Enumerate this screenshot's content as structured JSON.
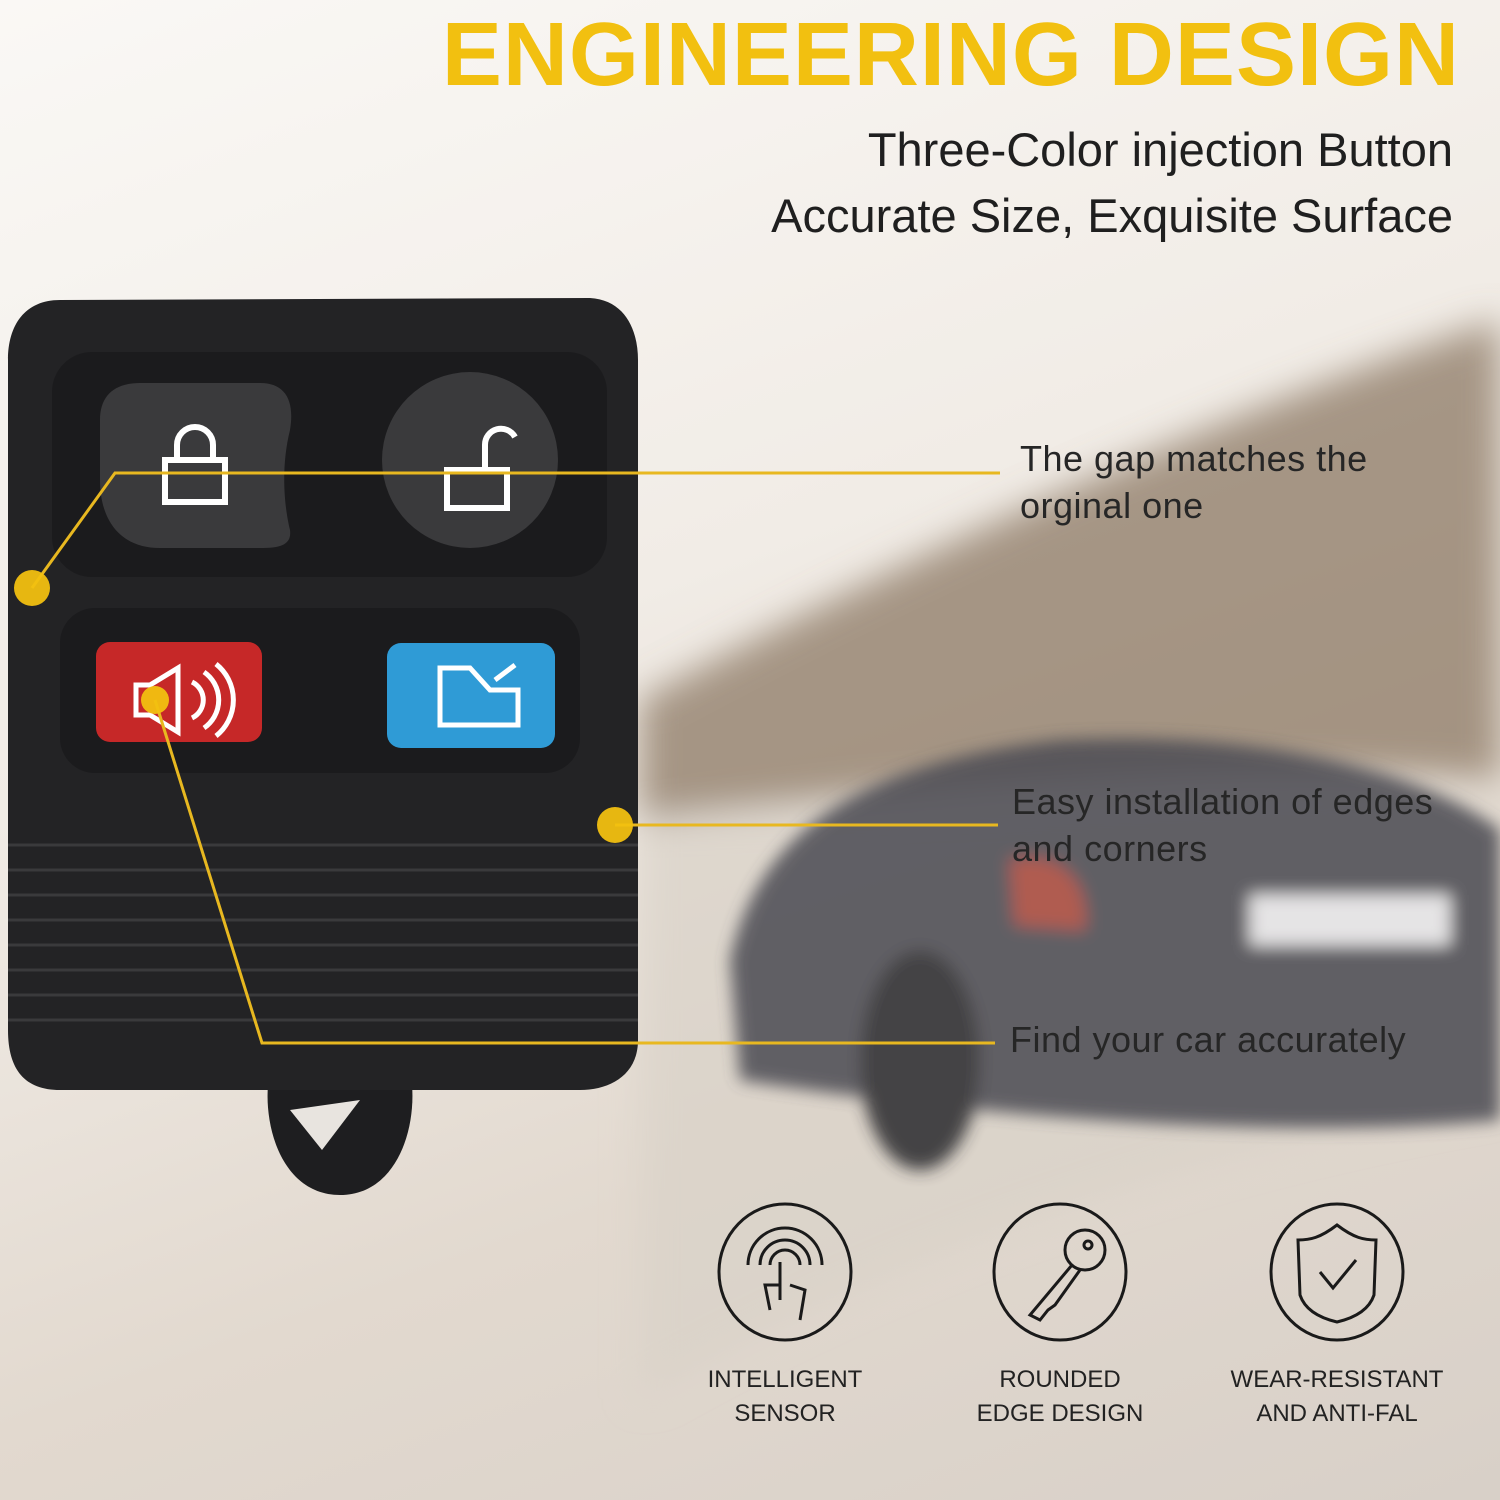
{
  "header": {
    "title": "ENGINEERING DESIGN",
    "subtitle_lines": [
      "Three-Color injection Button",
      "Accurate Size, Exquisite Surface"
    ]
  },
  "callouts": [
    {
      "lines": [
        "The gap matches the",
        "orginal one"
      ]
    },
    {
      "lines": [
        "Easy installation of edges",
        "and corners"
      ]
    },
    {
      "lines": [
        "Find your car accurately"
      ]
    }
  ],
  "features": [
    {
      "icon": "touch-fingerprint-icon",
      "lines": [
        "INTELLIGENT",
        "SENSOR"
      ]
    },
    {
      "icon": "key-icon",
      "lines": [
        "ROUNDED",
        "EDGE DESIGN"
      ]
    },
    {
      "icon": "shield-check-icon",
      "lines": [
        "WEAR-RESISTANT",
        "AND ANTI-FAL"
      ]
    }
  ],
  "remote_buttons": [
    {
      "icon": "lock-icon",
      "color": "#3a3a3a"
    },
    {
      "icon": "unlock-icon",
      "color": "#3a3a3a"
    },
    {
      "icon": "panic-alarm-icon",
      "color": "#c62828"
    },
    {
      "icon": "trunk-icon",
      "color": "#2f9bd6"
    }
  ],
  "colors": {
    "accent": "#f2c010",
    "callout_line": "#e8b820"
  }
}
